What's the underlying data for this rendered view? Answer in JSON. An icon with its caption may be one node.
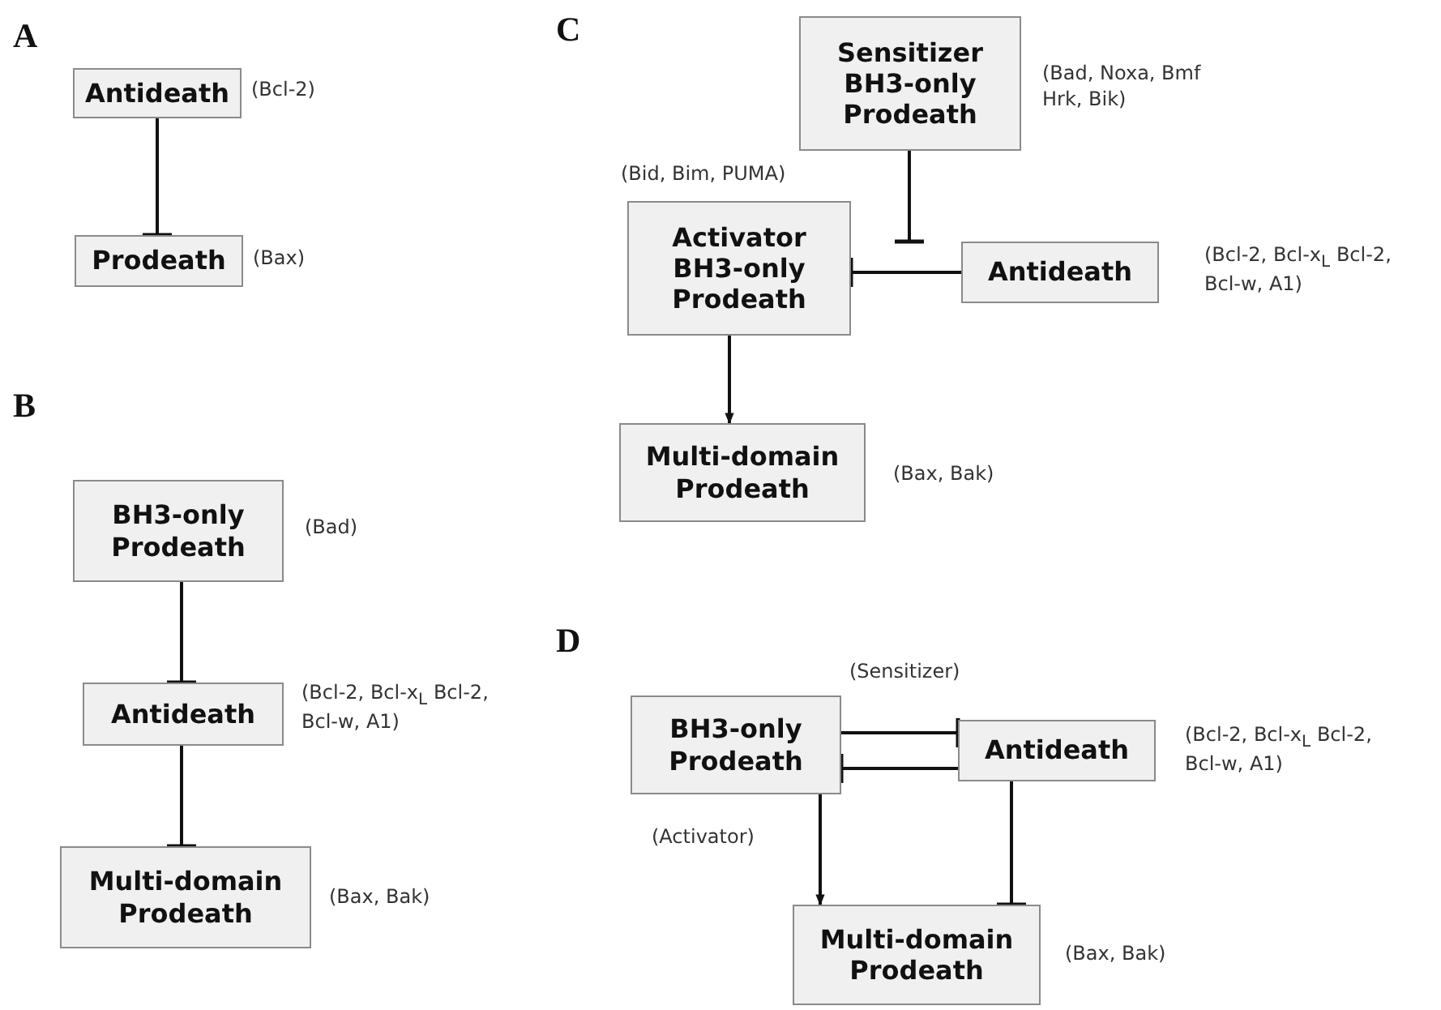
{
  "diagram": {
    "nodes": [
      {
        "text": [
          "Antideath"
        ],
        "beside": [
          "(Bcl-2)"
        ]
      },
      {
        "text": [
          "Prodeath"
        ],
        "beside": [
          "(Bax)"
        ]
      },
      {
        "text": [
          "BH3-only Prodeath"
        ],
        "beside": [
          "(Bad)"
        ]
      },
      {
        "text": [
          "Antideath"
        ],
        "beside": [
          "(Bcl-2, Bcl-x$_{L}$ Bcl-2, Bcl-w, A1)"
        ]
      },
      {
        "text": [
          "Multi-domain Prodeath"
        ],
        "beside": [
          "(Bax, Bak)"
        ]
      },
      {
        "text": [
          "Sensitizer BH3-only Prodeath"
        ],
        "beside": [
          "(Bad, Noxa, Bmf Hrk, Bik)"
        ]
      },
      {
        "text": [
          "Activator BH3-only Prodeath"
        ],
        "beside": [
          "(Bid, Bim, PUMA)"
        ]
      },
      {
        "text": [
          "Antideath"
        ],
        "beside": [
          "(Bcl-2, Bcl-x$_{L}$ Bcl-2, Bcl-w, A1)"
        ]
      },
      {
        "text": [
          "Multi-domain Prodeath"
        ],
        "beside": [
          "(Bax, Bak)"
        ]
      },
      {
        "text": [
          "BH3-only Prodeath"
        ]
      },
      {
        "text": [
          "Antideath"
        ],
        "beside": [
          "(Bcl-2, Bcl-x$_{L}$ Bcl-2, Bcl-w, A1)"
        ]
      },
      {
        "text": [
          "Multi-domain Prodeath"
        ],
        "beside": [
          "(Bax, Bak)"
        ]
      }
    ],
    "edges": [
      {
        "from": 0,
        "to": 1,
        "arrow": "other"
      },
      {
        "from": 2,
        "to": 3,
        "arrow": "other"
      },
      {
        "from": 3,
        "to": 4,
        "arrow": "other"
      },
      {
        "from": 5,
        "to": 7,
        "arrow": "other"
      },
      {
        "from": 7,
        "to": 6,
        "arrow": "other"
      },
      {
        "from": 6,
        "to": 8,
        "arrow": "to"
      },
      {
        "from": 9,
        "to": 10,
        "arrow": "other",
        "label": "(Sensitizer)"
      },
      {
        "from": 10,
        "to": 9,
        "arrow": "other"
      },
      {
        "from": 9,
        "to": 11,
        "arrow": "to",
        "label": "(Activator)"
      },
      {
        "from": 10,
        "to": 11,
        "arrow": "other"
      }
    ],
    "labels": [
      "A",
      "B",
      "C",
      "D"
    ]
  }
}
